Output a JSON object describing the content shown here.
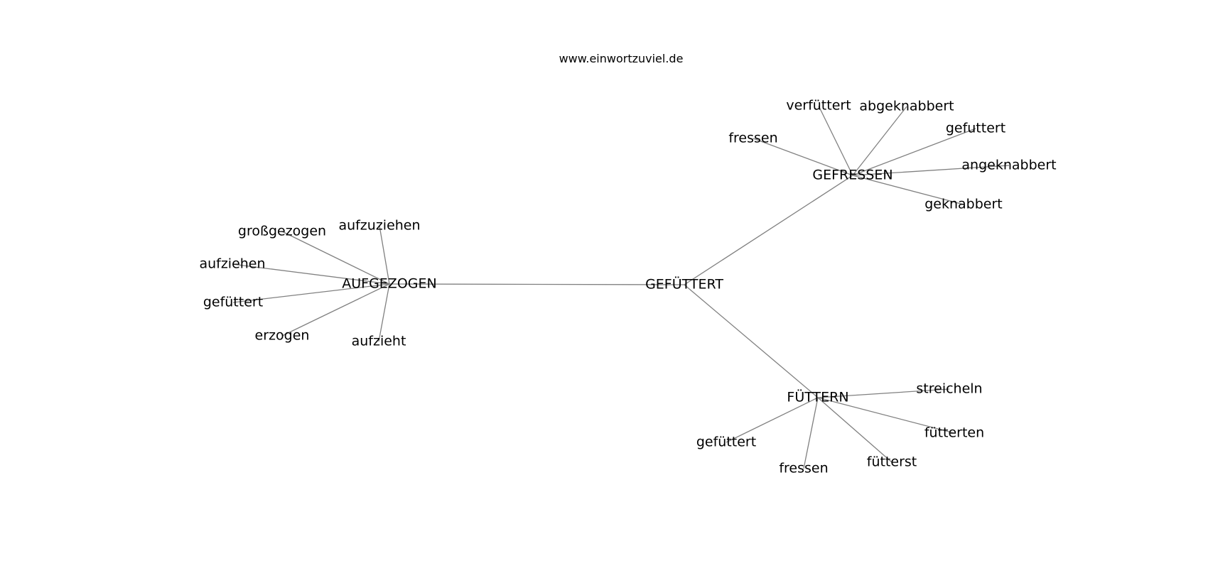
{
  "source_text": "www.einwortzuviel.de",
  "nodes": {
    "center": "GEFÜTTERT",
    "aufgezogen": "AUFGEZOGEN",
    "gefressen": "GEFRESSEN",
    "fuettern": "FÜTTERN",
    "a_grossgezogen": "großgezogen",
    "a_aufzuziehen": "aufzuziehen",
    "a_aufziehen": "aufziehen",
    "a_gefuettert": "gefüttert",
    "a_erzogen": "erzogen",
    "a_aufzieht": "aufzieht",
    "g_verfuettert": "verfüttert",
    "g_abgeknabbert": "abgeknabbert",
    "g_fressen": "fressen",
    "g_gefuttert": "gefuttert",
    "g_angeknabbert": "angeknabbert",
    "g_geknabbert": "geknabbert",
    "f_streicheln": "streicheln",
    "f_fuetterten": "fütterten",
    "f_gefuettert": "gefüttert",
    "f_fressen": "fressen",
    "f_fuetterst": "fütterst"
  },
  "edges": [
    [
      "center",
      "aufgezogen"
    ],
    [
      "center",
      "gefressen"
    ],
    [
      "center",
      "fuettern"
    ],
    [
      "aufgezogen",
      "a_grossgezogen"
    ],
    [
      "aufgezogen",
      "a_aufzuziehen"
    ],
    [
      "aufgezogen",
      "a_aufziehen"
    ],
    [
      "aufgezogen",
      "a_gefuettert"
    ],
    [
      "aufgezogen",
      "a_erzogen"
    ],
    [
      "aufgezogen",
      "a_aufzieht"
    ],
    [
      "gefressen",
      "g_verfuettert"
    ],
    [
      "gefressen",
      "g_abgeknabbert"
    ],
    [
      "gefressen",
      "g_fressen"
    ],
    [
      "gefressen",
      "g_gefuttert"
    ],
    [
      "gefressen",
      "g_angeknabbert"
    ],
    [
      "gefressen",
      "g_geknabbert"
    ],
    [
      "fuettern",
      "f_streicheln"
    ],
    [
      "fuettern",
      "f_fuetterten"
    ],
    [
      "fuettern",
      "f_gefuettert"
    ],
    [
      "fuettern",
      "f_fressen"
    ],
    [
      "fuettern",
      "f_fuetterst"
    ]
  ],
  "colors": {
    "edge": "#808080",
    "text": "#000000",
    "background": "#ffffff"
  }
}
